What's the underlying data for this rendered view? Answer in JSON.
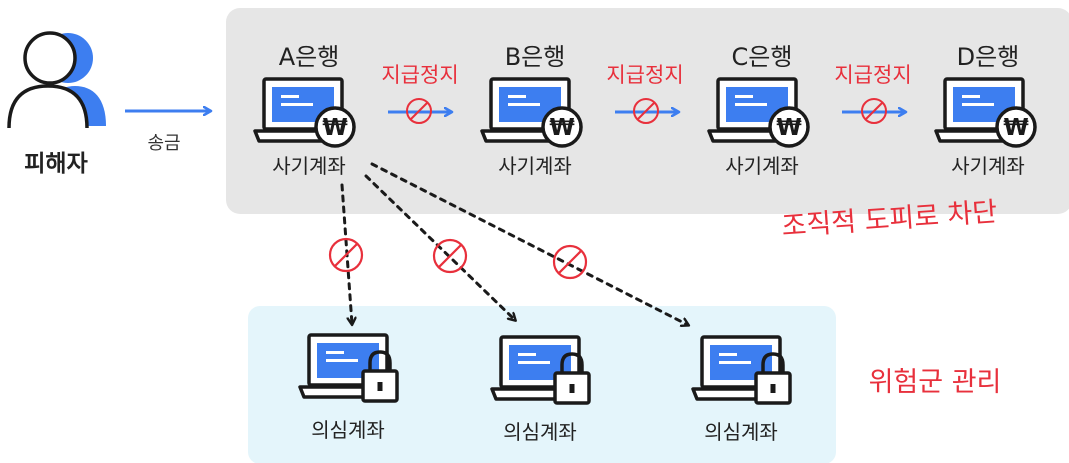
{
  "victim": {
    "label": "피해자",
    "transfer_label": "송금"
  },
  "banks": [
    {
      "name": "A은행",
      "account": "사기계좌",
      "icon": "won-coin-icon"
    },
    {
      "name": "B은행",
      "account": "사기계좌",
      "icon": "won-coin-icon"
    },
    {
      "name": "C은행",
      "account": "사기계좌",
      "icon": "won-coin-icon"
    },
    {
      "name": "D은행",
      "account": "사기계좌",
      "icon": "won-coin-icon"
    }
  ],
  "payment_stop": [
    "지급정지",
    "지급정지",
    "지급정지"
  ],
  "coin_symbol": "₩",
  "fraud_group_note": "조직적 도피로 차단",
  "suspicious_accounts": [
    {
      "label": "의심계좌",
      "icon": "lock-icon"
    },
    {
      "label": "의심계좌",
      "icon": "lock-icon"
    },
    {
      "label": "의심계좌",
      "icon": "lock-icon"
    }
  ],
  "risk_group_note": "위험군 관리",
  "colors": {
    "accent_blue": "#3d7ef0",
    "alert_red": "#e8303c",
    "fraud_panel": "#e6e6e6",
    "risk_panel": "#e4f5fb",
    "outline": "#1a1a1a"
  }
}
